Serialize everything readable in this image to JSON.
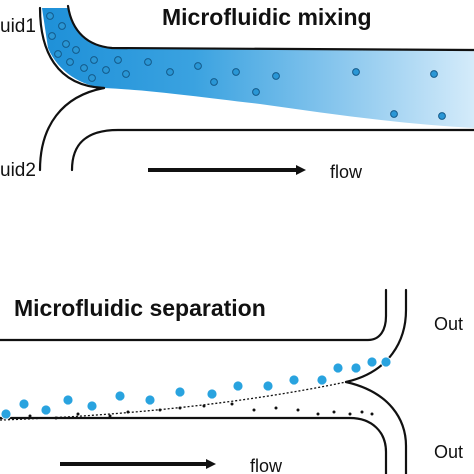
{
  "mixing": {
    "title": "Microfluidic mixing",
    "inlet1_label": "uid1",
    "inlet2_label": "uid2",
    "flow_label": "flow"
  },
  "separation": {
    "title": "Microfluidic separation",
    "outlet_top_label": "Out",
    "outlet_bottom_label": "Out",
    "flow_label": "flow"
  },
  "colors": {
    "fluid_blue": "#1e90d8",
    "particle_blue": "#2a97d6",
    "wall": "#111111",
    "arrow": "#111111"
  }
}
